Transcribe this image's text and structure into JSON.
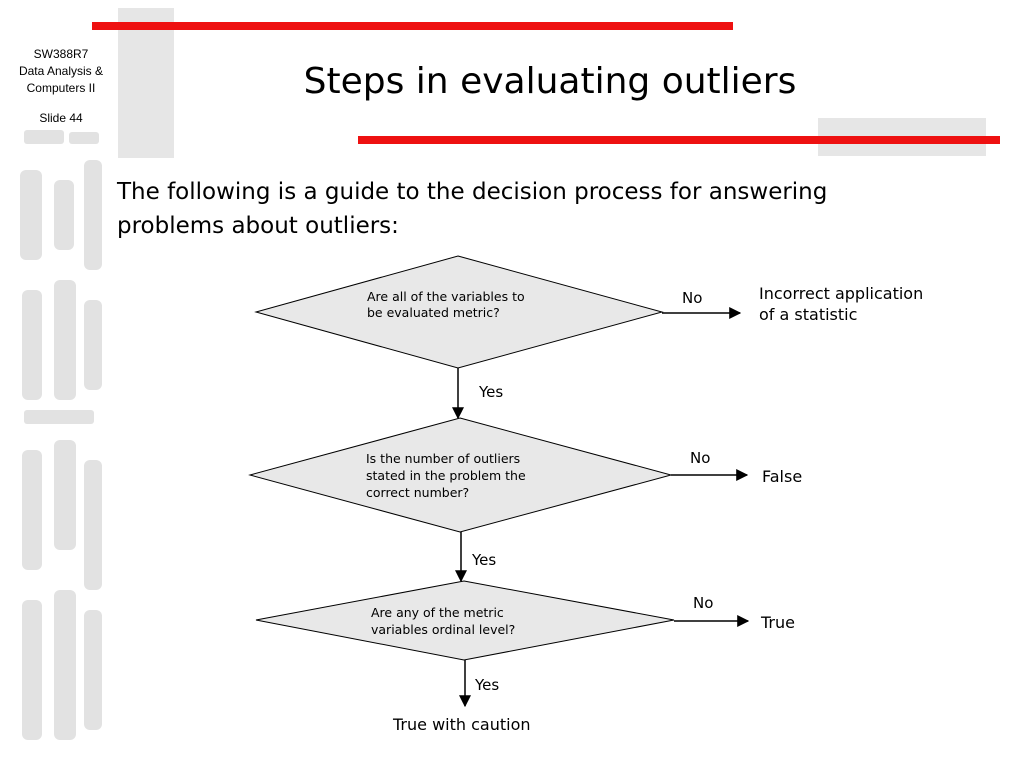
{
  "course": {
    "code": "SW388R7",
    "name_line1": "Data Analysis &",
    "name_line2": "Computers II",
    "slide": "Slide 44"
  },
  "title": "Steps in evaluating outliers",
  "intro_line1": "The following is a guide to the decision process for answering",
  "intro_line2": "problems about outliers:",
  "flowchart": {
    "decisions": [
      {
        "lines": [
          "Are all of the variables to",
          "be evaluated metric?"
        ],
        "no_label": "No",
        "yes_label": "Yes",
        "no_result": [
          "Incorrect application",
          "of a statistic"
        ]
      },
      {
        "lines": [
          "Is the number of outliers",
          "stated in the problem the",
          "correct number?"
        ],
        "no_label": "No",
        "yes_label": "Yes",
        "no_result": [
          "False"
        ]
      },
      {
        "lines": [
          "Are any of the metric",
          "variables ordinal level?"
        ],
        "no_label": "No",
        "yes_label": "Yes",
        "no_result": [
          "True"
        ]
      }
    ],
    "final_result": "True with caution"
  },
  "colors": {
    "accent_red": "#ee1111",
    "band_grey": "#e6e6e6",
    "diamond_fill": "#e8e8e8"
  }
}
